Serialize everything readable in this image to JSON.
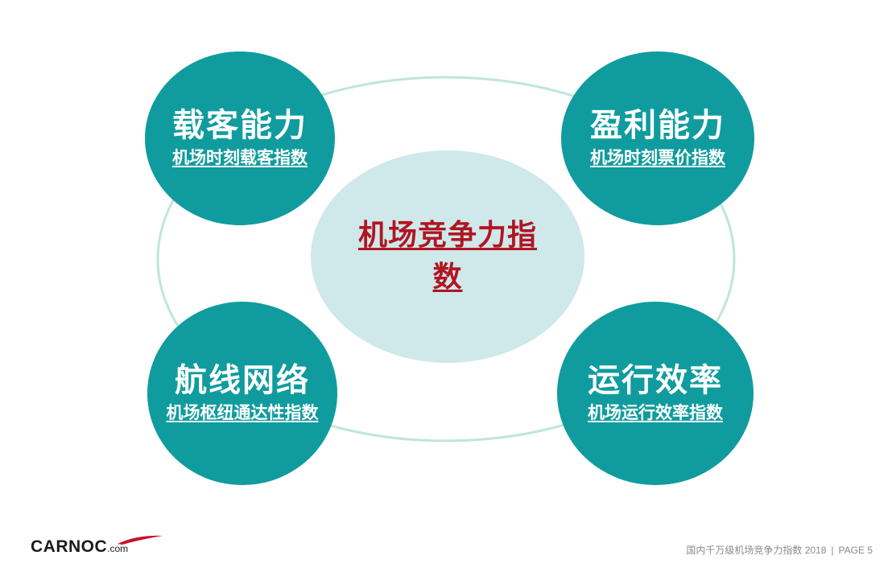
{
  "center": {
    "title": "机场竞争力指数"
  },
  "nodes": [
    {
      "title": "载客能力",
      "subtitle": "机场时刻载客指数"
    },
    {
      "title": "盈利能力",
      "subtitle": "机场时刻票价指数"
    },
    {
      "title": "航线网络",
      "subtitle": "机场枢纽通达性指数"
    },
    {
      "title": "运行效率",
      "subtitle": "机场运行效率指数"
    }
  ],
  "logo": {
    "main": "CARNOC",
    "suffix": ".com"
  },
  "footer": {
    "report_title": "国内千万级机场竞争力指数 2018",
    "separator": "|",
    "page": "PAGE 5"
  },
  "colors": {
    "node_fill": "#109c9e",
    "center_fill": "#cfe8ea",
    "center_text": "#b01622",
    "ring": "#bfe6da",
    "logo_accent": "#c8102e"
  }
}
